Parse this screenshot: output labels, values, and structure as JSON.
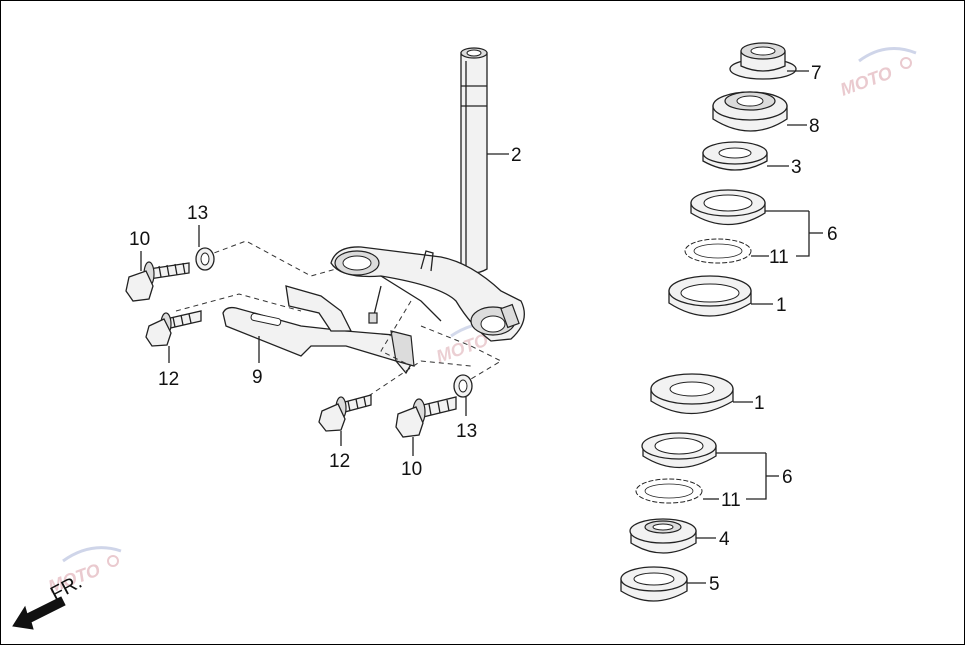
{
  "labels": {
    "p1_top": "1",
    "p1_bottom": "1",
    "p2": "2",
    "p3": "3",
    "p4": "4",
    "p5": "5",
    "p6_top": "6",
    "p6_bottom": "6",
    "p7": "7",
    "p8": "8",
    "p9": "9",
    "p10_left": "10",
    "p10_bottom": "10",
    "p11_top": "11",
    "p11_bottom": "11",
    "p12_left": "12",
    "p12_bottom": "12",
    "p13_left": "13",
    "p13_right": "13"
  },
  "direction": {
    "text": "FR."
  },
  "watermark": {
    "text": "MOTO"
  },
  "colors": {
    "line": "#222222",
    "watermark": "#d9a0a8",
    "watermark_accent": "#a9b4d8"
  }
}
